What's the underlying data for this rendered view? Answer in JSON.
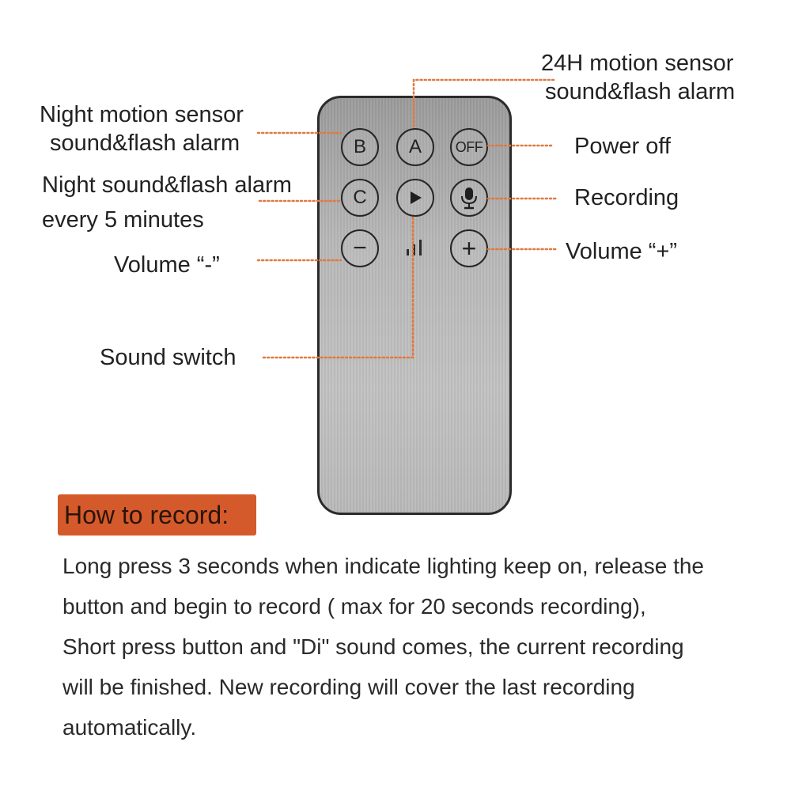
{
  "labels": {
    "motion_24h": [
      "24H motion sensor",
      "sound&flash alarm"
    ],
    "night_motion": [
      "Night motion sensor",
      "sound&flash alarm"
    ],
    "night_sound": [
      "Night sound&flash alarm",
      "every 5 minutes"
    ],
    "volume_minus": "Volume “-”",
    "sound_switch": "Sound switch",
    "power_off": "Power off",
    "recording": "Recording",
    "volume_plus": "Volume “+”"
  },
  "buttons": {
    "b": "B",
    "a": "A",
    "off": "OFF",
    "c": "C",
    "minus": "−",
    "plus": "+"
  },
  "colors": {
    "leader": "#e0793f",
    "header_bg": "#d55a2b"
  },
  "record": {
    "title": "How to record:",
    "lines": [
      "Long press 3 seconds when indicate lighting keep on, release the",
      "button and begin to record ( max for 20 seconds recording),",
      "Short press button and \"Di\" sound comes, the current recording",
      "will be finished. New recording will cover the last recording",
      "automatically."
    ]
  }
}
